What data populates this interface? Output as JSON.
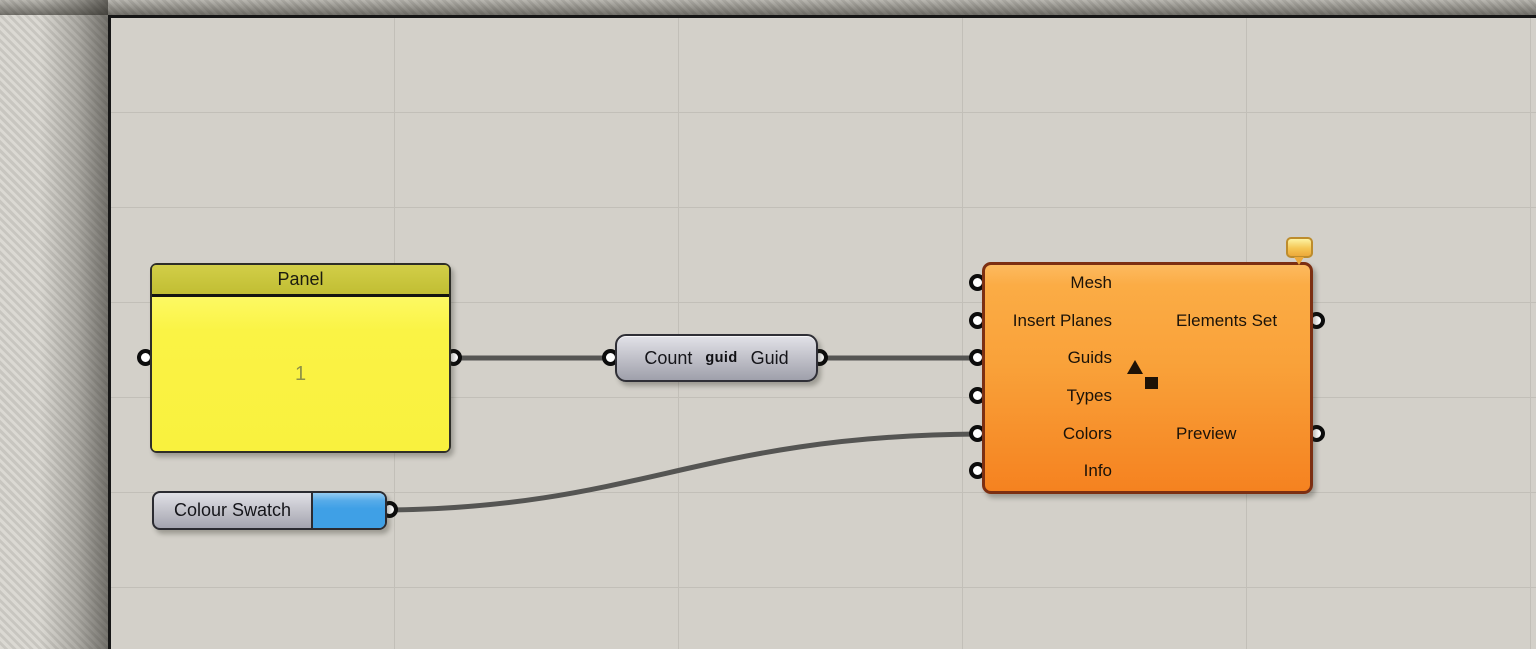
{
  "canvas": {
    "background_color": "#d3d0c9",
    "grid_color": "#c2bfb8",
    "wire_color": "#555553"
  },
  "panel": {
    "title": "Panel",
    "value": "1",
    "header_color": "#c9c63c",
    "body_color": "#faf243"
  },
  "guid_param": {
    "label_left": "Count",
    "badge": "guid",
    "label_right": "Guid"
  },
  "colour_swatch": {
    "label": "Colour Swatch",
    "color": "#3fa0e6"
  },
  "element_component": {
    "inputs": [
      "Mesh",
      "Insert Planes",
      "Guids",
      "Types",
      "Colors",
      "Info"
    ],
    "outputs": [
      "Elements Set",
      "Preview"
    ],
    "fill_top": "#fbac45",
    "fill_bottom": "#f58220",
    "border_color": "#7c2f12"
  }
}
